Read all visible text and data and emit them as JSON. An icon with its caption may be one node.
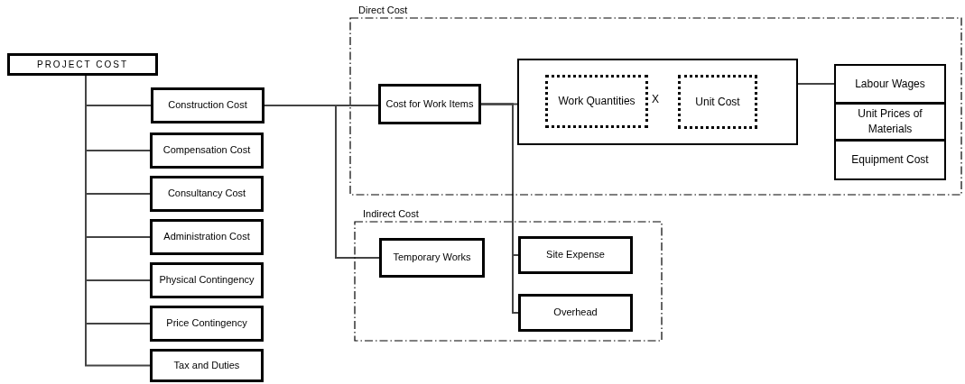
{
  "diagram": {
    "nodes": [
      {
        "text": [
          "PROJECT COST"
        ]
      },
      {
        "text": [
          "Construction Cost"
        ]
      },
      {
        "text": [
          "Compensation Cost"
        ]
      },
      {
        "text": [
          "Consultancy Cost"
        ]
      },
      {
        "text": [
          "Administration Cost"
        ]
      },
      {
        "text": [
          "Physical Contingency"
        ]
      },
      {
        "text": [
          "Price Contingency"
        ]
      },
      {
        "text": [
          "Tax and Duties"
        ]
      },
      {
        "text": [
          "Direct Cost"
        ]
      },
      {
        "text": [
          "Cost for Work Items"
        ],
        "in": 8
      },
      {
        "text": [],
        "shape": "box",
        "in": 8
      },
      {
        "text": [
          "Work Quantities"
        ],
        "in": 10
      },
      {
        "text": [
          "Unit Cost"
        ],
        "in": 10
      },
      {
        "text": [
          "Labour Wages"
        ],
        "in": 8
      },
      {
        "text": [
          "Unit Prices of Materials"
        ],
        "in": 8
      },
      {
        "text": [
          "Equipment Cost"
        ],
        "in": 8
      },
      {
        "text": [
          "Indirect Cost"
        ]
      },
      {
        "text": [
          "Temporary Works"
        ],
        "in": 16
      },
      {
        "text": [
          "Site Expense"
        ],
        "in": 16
      },
      {
        "text": [
          "Overhead"
        ],
        "in": 16
      }
    ],
    "edges": [
      {
        "from": 0,
        "to": 1,
        "arrow": "none"
      },
      {
        "from": 0,
        "to": 2,
        "arrow": "none"
      },
      {
        "from": 0,
        "to": 3,
        "arrow": "none"
      },
      {
        "from": 0,
        "to": 4,
        "arrow": "none"
      },
      {
        "from": 0,
        "to": 5,
        "arrow": "none"
      },
      {
        "from": 0,
        "to": 6,
        "arrow": "none"
      },
      {
        "from": 0,
        "to": 7,
        "arrow": "none"
      },
      {
        "from": 1,
        "to": 9,
        "arrow": "none"
      },
      {
        "from": 1,
        "to": 17,
        "arrow": "none"
      },
      {
        "from": 9,
        "to": 10,
        "arrow": "none"
      },
      {
        "from": 9,
        "to": 18,
        "arrow": "none"
      },
      {
        "from": 9,
        "to": 19,
        "arrow": "none"
      },
      {
        "from": 12,
        "to": 13,
        "arrow": "none"
      }
    ],
    "labels": [
      "X"
    ]
  }
}
